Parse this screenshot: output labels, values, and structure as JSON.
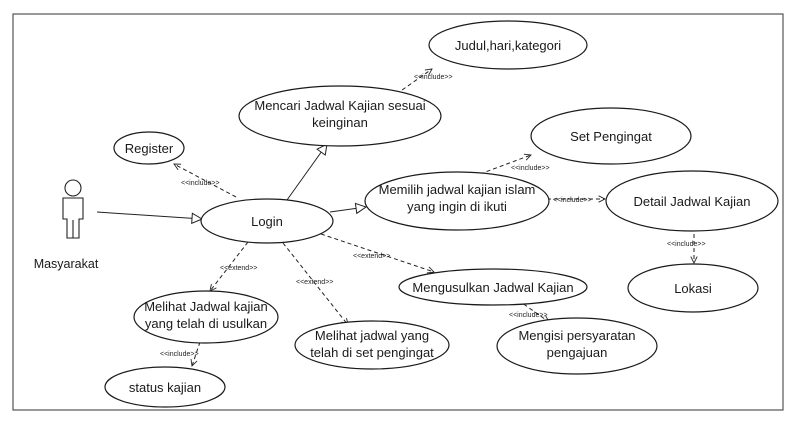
{
  "actor": {
    "name": "Masyarakat"
  },
  "use_cases": {
    "judul": "Judul,hari,kategori",
    "mencari": [
      "Mencari Jadwal Kajian sesuai",
      "keinginan"
    ],
    "register": "Register",
    "set_pengingat": "Set Pengingat",
    "memilih": [
      "Memilih jadwal kajian islam",
      "yang ingin di ikuti"
    ],
    "detail": "Detail Jadwal Kajian",
    "login": "Login",
    "mengusulkan": "Mengusulkan Jadwal Kajian",
    "lokasi": "Lokasi",
    "melihat_usulan": [
      "Melihat Jadwal kajian",
      "yang telah di usulkan"
    ],
    "melihat_pengingat": [
      "Melihat jadwal yang",
      "telah di set pengingat"
    ],
    "mengisi": [
      "Mengisi persyaratan",
      "pengajuan"
    ],
    "status": "status kajian"
  },
  "relations": {
    "include": "<<include>>",
    "extend": "<<extend>>"
  }
}
